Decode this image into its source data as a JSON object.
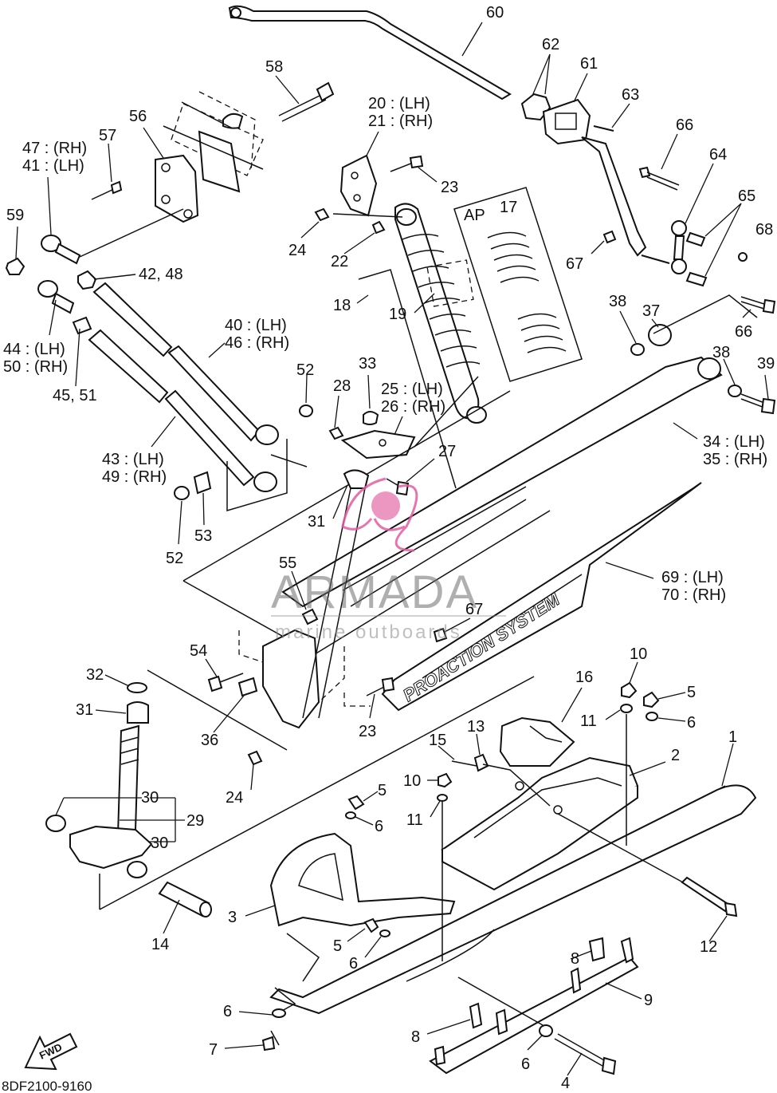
{
  "callouts": [
    {
      "id": "c60",
      "text": "60"
    },
    {
      "id": "c58",
      "text": "58"
    },
    {
      "id": "c62",
      "text": "62"
    },
    {
      "id": "c61",
      "text": "61"
    },
    {
      "id": "c63",
      "text": "63"
    },
    {
      "id": "c20",
      "text": "20 : (LH)"
    },
    {
      "id": "c21",
      "text": "21 : (RH)"
    },
    {
      "id": "c56",
      "text": "56"
    },
    {
      "id": "c57",
      "text": "57"
    },
    {
      "id": "c47",
      "text": "47 : (RH)"
    },
    {
      "id": "c41",
      "text": "41 : (LH)"
    },
    {
      "id": "c66a",
      "text": "66"
    },
    {
      "id": "c64",
      "text": "64"
    },
    {
      "id": "c23a",
      "text": "23"
    },
    {
      "id": "c17",
      "text": "17"
    },
    {
      "id": "cAP",
      "text": "AP"
    },
    {
      "id": "c65",
      "text": "65"
    },
    {
      "id": "c68",
      "text": "68"
    },
    {
      "id": "c59",
      "text": "59"
    },
    {
      "id": "c24a",
      "text": "24"
    },
    {
      "id": "c22",
      "text": "22"
    },
    {
      "id": "c67a",
      "text": "67"
    },
    {
      "id": "c42",
      "text": "42, 48"
    },
    {
      "id": "c18",
      "text": "18"
    },
    {
      "id": "c19",
      "text": "19"
    },
    {
      "id": "c38a",
      "text": "38"
    },
    {
      "id": "c37",
      "text": "37"
    },
    {
      "id": "c66b",
      "text": "66"
    },
    {
      "id": "c40",
      "text": "40 : (LH)"
    },
    {
      "id": "c46",
      "text": "46 : (RH)"
    },
    {
      "id": "c44",
      "text": "44 : (LH)"
    },
    {
      "id": "c50",
      "text": "50 : (RH)"
    },
    {
      "id": "c38b",
      "text": "38"
    },
    {
      "id": "c39",
      "text": "39"
    },
    {
      "id": "c52a",
      "text": "52"
    },
    {
      "id": "c33",
      "text": "33"
    },
    {
      "id": "c45",
      "text": "45, 51"
    },
    {
      "id": "c28",
      "text": "28"
    },
    {
      "id": "c25",
      "text": "25 : (LH)"
    },
    {
      "id": "c26",
      "text": "26 : (RH)"
    },
    {
      "id": "c34",
      "text": "34 : (LH)"
    },
    {
      "id": "c35",
      "text": "35 : (RH)"
    },
    {
      "id": "c27",
      "text": "27"
    },
    {
      "id": "c43",
      "text": "43 : (LH)"
    },
    {
      "id": "c49",
      "text": "49 : (RH)"
    },
    {
      "id": "c31a",
      "text": "31"
    },
    {
      "id": "c53",
      "text": "53"
    },
    {
      "id": "c52b",
      "text": "52"
    },
    {
      "id": "c55",
      "text": "55"
    },
    {
      "id": "c69",
      "text": "69 : (LH)"
    },
    {
      "id": "c70",
      "text": "70 : (RH)"
    },
    {
      "id": "c67b",
      "text": "67"
    },
    {
      "id": "c54",
      "text": "54"
    },
    {
      "id": "c10a",
      "text": "10"
    },
    {
      "id": "c32",
      "text": "32"
    },
    {
      "id": "c16",
      "text": "16"
    },
    {
      "id": "c5a",
      "text": "5"
    },
    {
      "id": "c31b",
      "text": "31"
    },
    {
      "id": "c36",
      "text": "36"
    },
    {
      "id": "c23b",
      "text": "23"
    },
    {
      "id": "c11a",
      "text": "11"
    },
    {
      "id": "c6a",
      "text": "6"
    },
    {
      "id": "c1",
      "text": "1"
    },
    {
      "id": "c15",
      "text": "15"
    },
    {
      "id": "c13",
      "text": "13"
    },
    {
      "id": "c2",
      "text": "2"
    },
    {
      "id": "c24b",
      "text": "24"
    },
    {
      "id": "c10b",
      "text": "10"
    },
    {
      "id": "c5b",
      "text": "5"
    },
    {
      "id": "c30a",
      "text": "30"
    },
    {
      "id": "c29",
      "text": "29"
    },
    {
      "id": "c11b",
      "text": "11"
    },
    {
      "id": "c6b",
      "text": "6"
    },
    {
      "id": "c30b",
      "text": "30"
    },
    {
      "id": "c3",
      "text": "3"
    },
    {
      "id": "c14",
      "text": "14"
    },
    {
      "id": "c12",
      "text": "12"
    },
    {
      "id": "c5c",
      "text": "5"
    },
    {
      "id": "c6c",
      "text": "6"
    },
    {
      "id": "c8a",
      "text": "8"
    },
    {
      "id": "c9",
      "text": "9"
    },
    {
      "id": "c6d",
      "text": "6"
    },
    {
      "id": "c8b",
      "text": "8"
    },
    {
      "id": "c7",
      "text": "7"
    },
    {
      "id": "c6e",
      "text": "6"
    },
    {
      "id": "c4",
      "text": "4"
    }
  ],
  "rail_text": "PROACTION SYSTEM",
  "fwd_label": "FWD",
  "diagram_code": "8DF2100-9160",
  "watermark": {
    "brand": "ARMADA",
    "tagline": "marine outboards"
  },
  "colors": {
    "line": "#111111",
    "logo": "#e25ca0",
    "watermark": "#6e6e6e",
    "background": "#ffffff"
  }
}
